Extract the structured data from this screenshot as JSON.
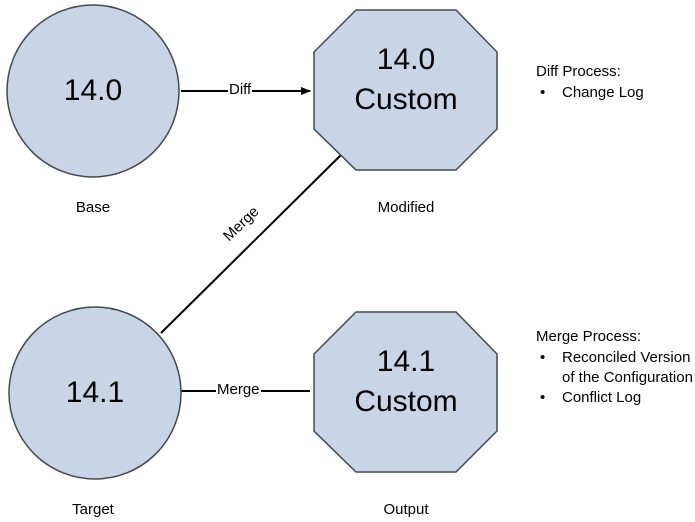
{
  "diagram": {
    "background_color": "#ffffff",
    "shape_fill_color": "#c8d5e6",
    "shape_stroke_color": "#44494d",
    "line_color": "#000000",
    "nodes": [
      {
        "id": "base",
        "shape": "circle",
        "text": "14.0",
        "caption": "Base"
      },
      {
        "id": "modified",
        "shape": "octagon",
        "text_line1": "14.0",
        "text_line2": "Custom",
        "caption": "Modified"
      },
      {
        "id": "target",
        "shape": "circle",
        "text": "14.1",
        "caption": "Target"
      },
      {
        "id": "output",
        "shape": "octagon",
        "text_line1": "14.1",
        "text_line2": "Custom",
        "caption": "Output"
      }
    ],
    "edges": [
      {
        "id": "base-to-modified",
        "label": "Diff",
        "arrow": true
      },
      {
        "id": "target-to-modified",
        "label": "Merge",
        "arrow": false
      },
      {
        "id": "target-to-output",
        "label": "Merge",
        "arrow": true
      }
    ]
  },
  "side_notes": {
    "diff": {
      "heading": "Diff Process:",
      "bullet_glyph": "•",
      "items": [
        "Change Log"
      ]
    },
    "merge": {
      "heading": "Merge Process:",
      "bullet_glyph": "•",
      "items": [
        "Reconciled Version of the Configuration",
        "Conflict Log"
      ]
    }
  }
}
